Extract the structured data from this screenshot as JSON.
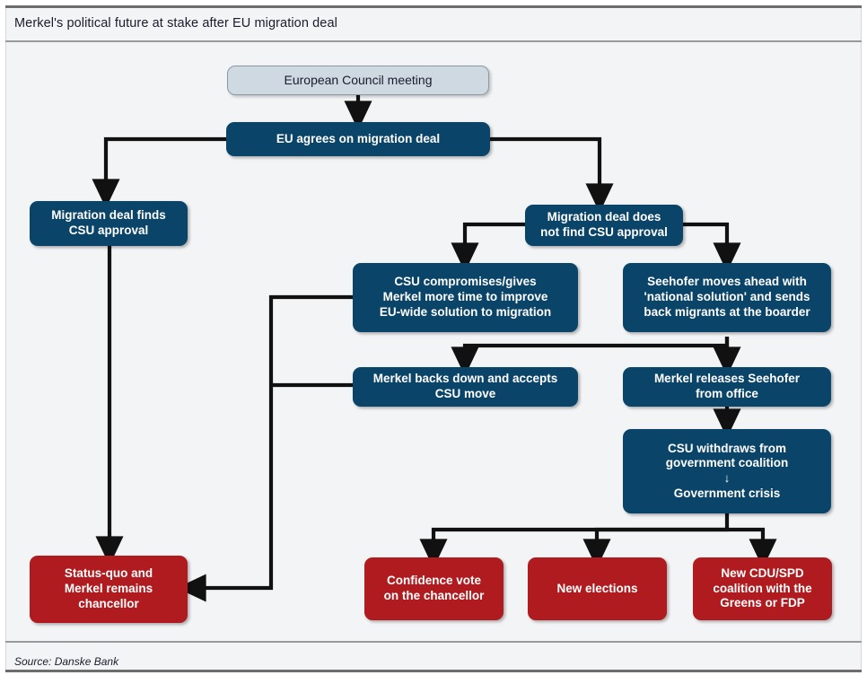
{
  "header": {
    "title": "Merkel's political future at stake after EU migration deal"
  },
  "footer": {
    "source": "Source: Danske Bank"
  },
  "colors": {
    "navy": "#0a4469",
    "red": "#b01b1f",
    "light_blue": "#ced9e1",
    "panel": "#f3f4f6",
    "connector": "#111111"
  },
  "chart_data": {
    "type": "diagram",
    "title": "Merkel's political future at stake after EU migration deal",
    "nodes": [
      {
        "id": "european-council-meeting",
        "label": "European Council meeting",
        "style": "light"
      },
      {
        "id": "eu-agrees-migration-deal",
        "label": "EU agrees on migration deal",
        "style": "navy"
      },
      {
        "id": "csu-approval",
        "label_lines": [
          "Migration deal finds",
          "CSU approval"
        ],
        "style": "navy"
      },
      {
        "id": "no-csu-approval",
        "label_lines": [
          "Migration deal does",
          "not find CSU approval"
        ],
        "style": "navy"
      },
      {
        "id": "csu-compromises",
        "label_lines": [
          "CSU compromises/gives",
          "Merkel more time to  improve",
          "EU-wide solution to migration"
        ],
        "style": "navy"
      },
      {
        "id": "seehofer-national-solution",
        "label_lines": [
          "Seehofer  moves ahead with",
          "'national solution' and sends",
          "back migrants at the boarder"
        ],
        "style": "navy"
      },
      {
        "id": "merkel-backs-down",
        "label_lines": [
          "Merkel backs down and accepts",
          "CSU move"
        ],
        "style": "navy"
      },
      {
        "id": "merkel-releases-seehofer",
        "label_lines": [
          "Merkel releases Seehofer",
          "from office"
        ],
        "style": "navy"
      },
      {
        "id": "csu-withdraws",
        "label_lines": [
          "CSU withdraws from",
          "government coalition",
          "↓",
          "Government crisis"
        ],
        "style": "navy"
      },
      {
        "id": "status-quo",
        "label_lines": [
          "Status-quo and",
          "Merkel remains",
          "chancellor"
        ],
        "style": "red"
      },
      {
        "id": "confidence-vote",
        "label_lines": [
          "Confidence vote",
          "on the chancellor"
        ],
        "style": "red"
      },
      {
        "id": "new-elections",
        "label_lines": [
          "New elections"
        ],
        "style": "red"
      },
      {
        "id": "new-coalition",
        "label_lines": [
          "New CDU/SPD",
          "coalition with the",
          "Greens or FDP"
        ],
        "style": "red"
      }
    ],
    "edges": [
      {
        "from": "european-council-meeting",
        "to": "eu-agrees-migration-deal"
      },
      {
        "from": "eu-agrees-migration-deal",
        "to": "csu-approval"
      },
      {
        "from": "eu-agrees-migration-deal",
        "to": "no-csu-approval"
      },
      {
        "from": "csu-approval",
        "to": "status-quo"
      },
      {
        "from": "no-csu-approval",
        "to": "csu-compromises"
      },
      {
        "from": "no-csu-approval",
        "to": "seehofer-national-solution"
      },
      {
        "from": "seehofer-national-solution",
        "to": "merkel-backs-down"
      },
      {
        "from": "seehofer-national-solution",
        "to": "merkel-releases-seehofer"
      },
      {
        "from": "merkel-releases-seehofer",
        "to": "csu-withdraws"
      },
      {
        "from": "csu-compromises",
        "to": "status-quo"
      },
      {
        "from": "merkel-backs-down",
        "to": "status-quo"
      },
      {
        "from": "csu-withdraws",
        "to": "confidence-vote"
      },
      {
        "from": "csu-withdraws",
        "to": "new-elections"
      },
      {
        "from": "csu-withdraws",
        "to": "new-coalition"
      }
    ]
  },
  "nodes": {
    "european_council": {
      "line1": "European Council meeting"
    },
    "eu_agrees": {
      "line1": "EU agrees on migration deal"
    },
    "csu_approval": {
      "line1": "Migration deal finds",
      "line2": "CSU approval"
    },
    "no_csu_approval": {
      "line1": "Migration deal does",
      "line2": "not find CSU approval"
    },
    "csu_compromises": {
      "line1": "CSU compromises/gives",
      "line2": "Merkel more time to  improve",
      "line3": "EU-wide solution to migration"
    },
    "seehofer": {
      "line1": "Seehofer  moves ahead with",
      "line2": "'national solution' and sends",
      "line3": "back migrants at the boarder"
    },
    "merkel_backs_down": {
      "line1": "Merkel backs down and accepts",
      "line2": "CSU move"
    },
    "merkel_releases": {
      "line1": "Merkel releases Seehofer",
      "line2": "from office"
    },
    "csu_withdraws": {
      "line1": "CSU withdraws from",
      "line2": "government coalition",
      "line3": "↓",
      "line4": "Government crisis"
    },
    "status_quo": {
      "line1": "Status-quo and",
      "line2": "Merkel remains",
      "line3": "chancellor"
    },
    "confidence_vote": {
      "line1": "Confidence vote",
      "line2": "on the chancellor"
    },
    "new_elections": {
      "line1": "New elections"
    },
    "new_coalition": {
      "line1": "New CDU/SPD",
      "line2": "coalition with the",
      "line3": "Greens or FDP"
    }
  }
}
